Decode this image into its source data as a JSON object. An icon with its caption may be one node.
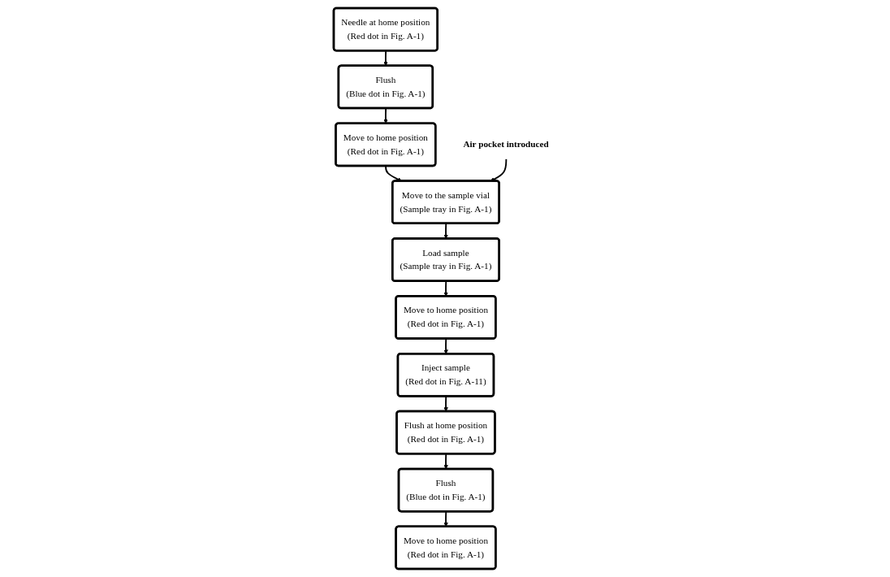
{
  "diagram": {
    "nodes": [
      {
        "text": [
          "Needle at home position",
          "(Red dot in Fig. A-1)"
        ]
      },
      {
        "text": [
          "Flush",
          "(Blue dot in Fig. A-1)"
        ]
      },
      {
        "text": [
          "Move to home position",
          "(Red dot in Fig. A-1)"
        ]
      },
      {
        "text": [
          "Air pocket introduced"
        ]
      },
      {
        "text": [
          "Move to the sample vial",
          "(Sample tray in Fig. A-1)"
        ]
      },
      {
        "text": [
          "Load sample",
          "(Sample tray in Fig. A-1)"
        ]
      },
      {
        "text": [
          "Move to home position",
          "(Red dot in Fig. A-1)"
        ]
      },
      {
        "text": [
          "Inject sample",
          "(Red dot in Fig. A-11)"
        ]
      },
      {
        "text": [
          "Flush at home position",
          "(Red dot in Fig. A-1)"
        ]
      },
      {
        "text": [
          "Flush",
          "(Blue dot in Fig. A-1)"
        ]
      },
      {
        "text": [
          "Move to home position",
          "(Red dot in Fig. A-1)"
        ]
      }
    ],
    "edges": [
      {
        "from": 0,
        "to": 1,
        "arrow": "to"
      },
      {
        "from": 1,
        "to": 2,
        "arrow": "to"
      },
      {
        "from": 2,
        "to": 4,
        "arrow": "to"
      },
      {
        "from": 3,
        "to": 4,
        "arrow": "to"
      },
      {
        "from": 4,
        "to": 5,
        "arrow": "to"
      },
      {
        "from": 5,
        "to": 6,
        "arrow": "to"
      },
      {
        "from": 6,
        "to": 7,
        "arrow": "to"
      },
      {
        "from": 7,
        "to": 8,
        "arrow": "to"
      },
      {
        "from": 8,
        "to": 9,
        "arrow": "to"
      },
      {
        "from": 9,
        "to": 10,
        "arrow": "to"
      }
    ]
  }
}
